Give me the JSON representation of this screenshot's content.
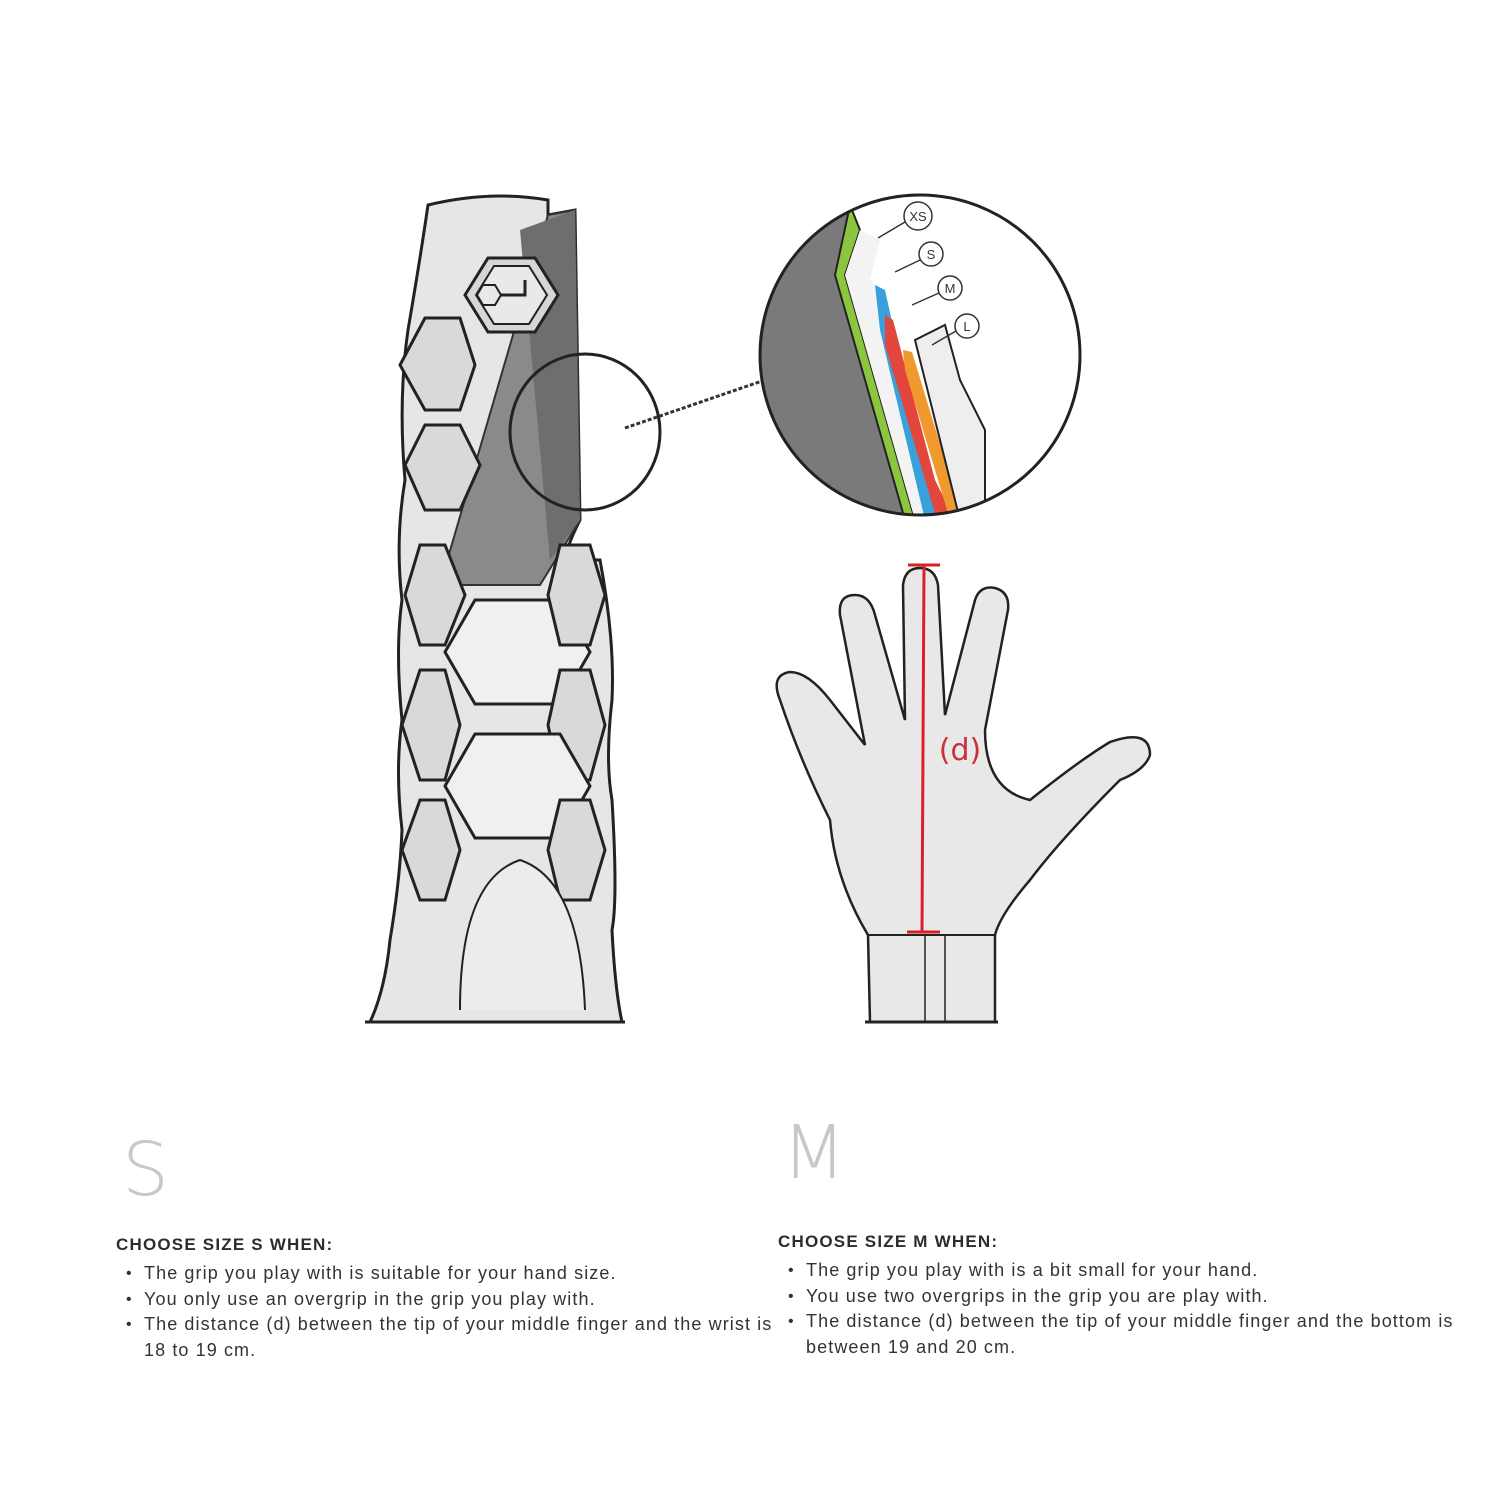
{
  "illustration": {
    "grip_label": "padel-grip-hexagon-sketch",
    "zoom_labels": [
      "XS",
      "S",
      "M",
      "L"
    ],
    "layer_colors": {
      "XS": "#8cc63f",
      "S": "#3aa0dc",
      "M": "#e2463c",
      "L": "#f0992e"
    },
    "hand_measure_label": "(d)",
    "measure_color": "#d9202a"
  },
  "sizes": {
    "s": {
      "letter": "S",
      "heading": "CHOOSE SIZE S WHEN:",
      "bullets": [
        "The grip you play with is suitable for your hand size.",
        "You only use an overgrip in the grip you play with.",
        "The distance (d) between the tip of your middle finger and the wrist is 18 to 19 cm."
      ]
    },
    "m": {
      "letter": "M",
      "heading": "CHOOSE SIZE M WHEN:",
      "bullets": [
        "The grip you play with is a bit small for your hand.",
        "You use two overgrips in the grip you are play with.",
        "The distance (d) between the tip of your middle finger and the bottom is between 19 and 20 cm."
      ]
    }
  }
}
